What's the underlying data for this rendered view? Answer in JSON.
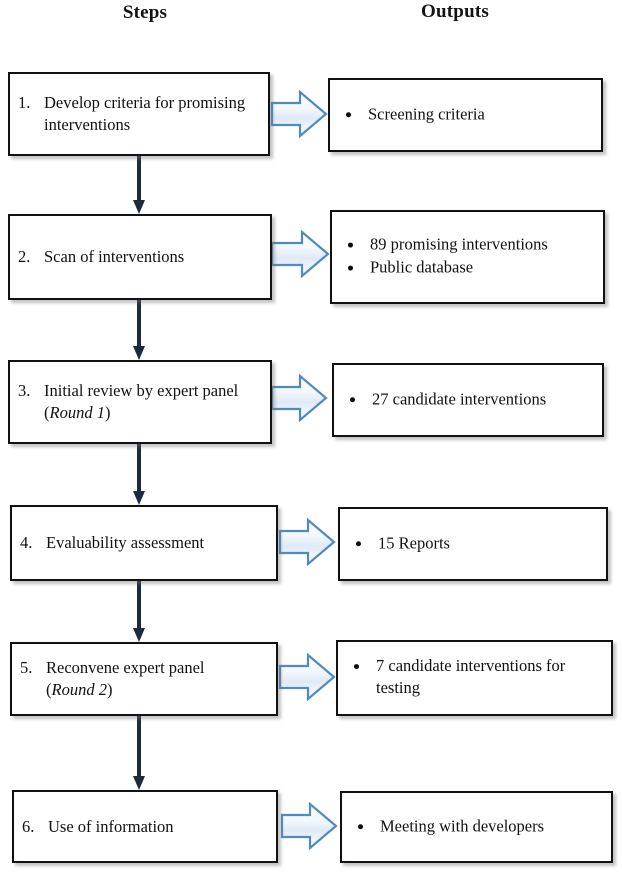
{
  "headers": {
    "left": "Steps",
    "right": "Outputs"
  },
  "colors": {
    "box_border": "#111111",
    "connector": "#1b2a3d",
    "arrow_stroke": "#4f8ac0",
    "arrow_fill": "#dbe8f5",
    "background": "#ffffff",
    "text": "#111111"
  },
  "rows": [
    {
      "number": "1.",
      "step_main": "Develop criteria for promising interventions",
      "step_round": "",
      "outputs": [
        "Screening criteria"
      ]
    },
    {
      "number": "2.",
      "step_main": "Scan of interventions",
      "step_round": "",
      "outputs": [
        "89 promising interventions",
        "Public database"
      ]
    },
    {
      "number": "3.",
      "step_main": "Initial review by expert panel",
      "step_round": "Round 1",
      "outputs": [
        "27 candidate interventions"
      ]
    },
    {
      "number": "4.",
      "step_main": "Evaluability assessment",
      "step_round": "",
      "outputs": [
        "15 Reports"
      ]
    },
    {
      "number": "5.",
      "step_main": "Reconvene expert panel",
      "step_round": "Round 2",
      "outputs": [
        "7 candidate interventions for testing"
      ]
    },
    {
      "number": "6.",
      "step_main": "Use of information",
      "step_round": "",
      "outputs": [
        "Meeting with developers"
      ]
    }
  ],
  "icons": {
    "flow_arrow": "block-arrow-right-icon",
    "connector": "down-arrow-connector-icon"
  }
}
